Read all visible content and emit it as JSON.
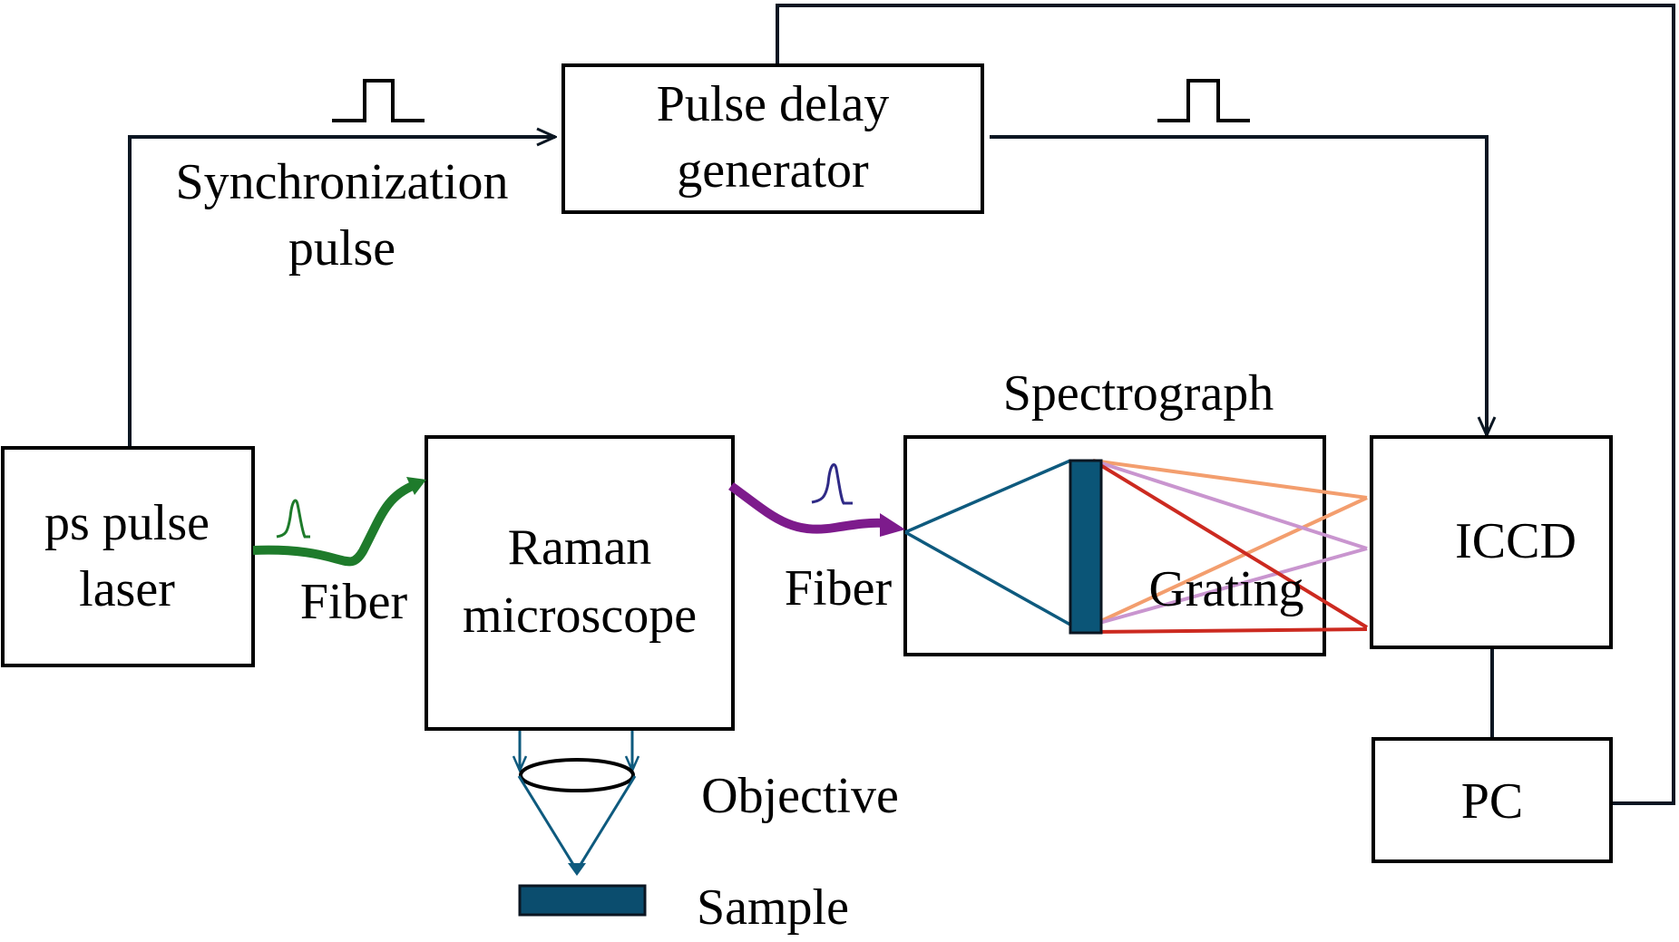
{
  "diagram": {
    "labels": {
      "laser_line1": "ps pulse",
      "laser_line2": "laser",
      "delay_line1": "Pulse delay",
      "delay_line2": "generator",
      "sync_line1": "Synchronization",
      "sync_line2": "pulse",
      "fiber_left": "Fiber",
      "raman_line1": "Raman",
      "raman_line2": "microscope",
      "fiber_right": "Fiber",
      "spectrograph": "Spectrograph",
      "grating": "Grating",
      "iccd": "ICCD",
      "pc": "PC",
      "objective": "Objective",
      "sample": "Sample"
    },
    "colors": {
      "line": "#0b1622",
      "excitation_fiber": "#1e7b2b",
      "raman_fiber": "#7d1b8c",
      "raman_pulse_icon": "#2f2a86",
      "optics": "#0e5a7e",
      "grating_fill": "#0b5577",
      "sample_fill": "#0b4d6e",
      "ray_orange": "#f39e6e",
      "ray_violet": "#c995cf",
      "ray_red": "#cc2a20"
    }
  }
}
